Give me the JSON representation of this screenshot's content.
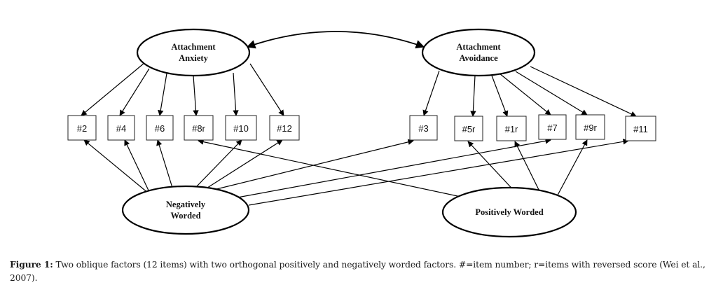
{
  "figure": {
    "latents": [
      {
        "id": "anxiety",
        "lines": [
          "Attachment",
          "Anxiety"
        ]
      },
      {
        "id": "avoidance",
        "lines": [
          "Attachment",
          "Avoidance"
        ]
      },
      {
        "id": "negative",
        "lines": [
          "Negatively",
          "Worded"
        ]
      },
      {
        "id": "positive",
        "lines": [
          "Positively Worded"
        ]
      }
    ],
    "items": [
      {
        "id": "i2",
        "label": "#2"
      },
      {
        "id": "i4",
        "label": "#4"
      },
      {
        "id": "i6",
        "label": "#6"
      },
      {
        "id": "i8r",
        "label": "#8r"
      },
      {
        "id": "i10",
        "label": "#10"
      },
      {
        "id": "i12",
        "label": "#12"
      },
      {
        "id": "i3",
        "label": "#3"
      },
      {
        "id": "i5r",
        "label": "#5r"
      },
      {
        "id": "i1r",
        "label": "#1r"
      },
      {
        "id": "i7",
        "label": "#7"
      },
      {
        "id": "i9r",
        "label": "#9r"
      },
      {
        "id": "i11",
        "label": "#11"
      }
    ],
    "loadings": [
      {
        "from": "anxiety",
        "to": [
          "i2",
          "i4",
          "i6",
          "i8r",
          "i10",
          "i12"
        ]
      },
      {
        "from": "avoidance",
        "to": [
          "i3",
          "i5r",
          "i1r",
          "i7",
          "i9r",
          "i11"
        ]
      },
      {
        "from": "negative",
        "to": [
          "i2",
          "i4",
          "i6",
          "i10",
          "i12",
          "i3",
          "i7",
          "i11"
        ]
      },
      {
        "from": "positive",
        "to": [
          "i8r",
          "i5r",
          "i1r",
          "i9r"
        ]
      }
    ],
    "correlations": [
      {
        "between": [
          "anxiety",
          "avoidance"
        ],
        "type": "bidirectional"
      }
    ]
  },
  "caption": {
    "label": "Figure 1:",
    "text": " Two oblique factors (12 items) with two orthogonal positively and negatively worded factors. #=item number; r=items with reversed score (Wei et al., 2007)."
  }
}
